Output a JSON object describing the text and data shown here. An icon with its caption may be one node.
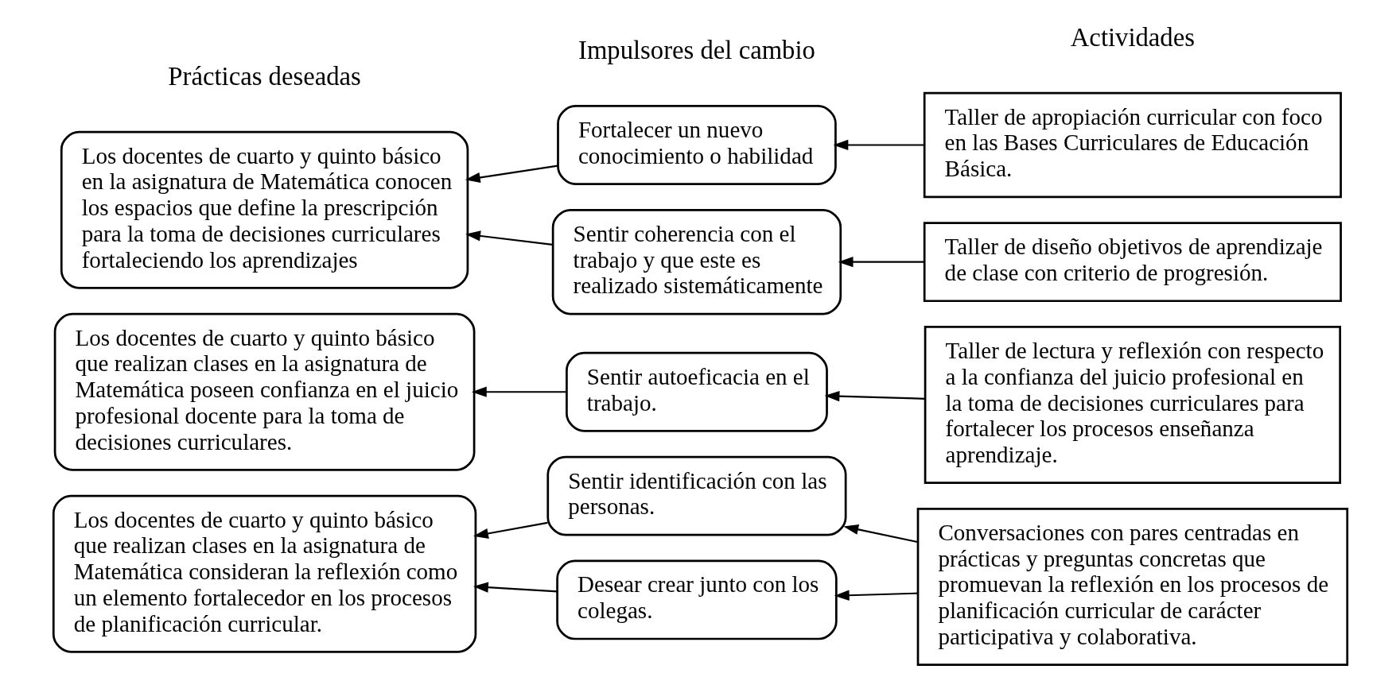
{
  "diagram": {
    "nodes": [
      {
        "text": [
          "Los docentes de cuarto y quinto básico en la asignatura de Matemática conocen los espacios que define la prescripción para la toma de decisiones curriculares fortaleciendo los aprendizajes"
        ]
      },
      {
        "text": [
          "Los docentes de cuarto y quinto básico que realizan clases en la asignatura de Matemática poseen confianza en el juicio profesional docente para la toma de decisiones curriculares."
        ]
      },
      {
        "text": [
          "Los docentes de cuarto y quinto básico que realizan clases en la asignatura de Matemática consideran la reflexión como un elemento fortalecedor en los procesos de planificación curricular."
        ]
      },
      {
        "text": [
          "Fortalecer un nuevo conocimiento o habilidad"
        ]
      },
      {
        "text": [
          "Sentir coherencia con el trabajo y que este es realizado sistemáticamente"
        ]
      },
      {
        "text": [
          "Sentir autoeficacia en el trabajo."
        ]
      },
      {
        "text": [
          "Sentir identificación con las personas."
        ]
      },
      {
        "text": [
          "Desear crear junto con los colegas."
        ]
      },
      {
        "text": [
          "Taller de apropiación curricular con foco en las Bases Curriculares de Educación Básica."
        ]
      },
      {
        "text": [
          "Taller de diseño objetivos de aprendizaje de clase con criterio de progresión."
        ]
      },
      {
        "text": [
          "Taller de lectura y reflexión con respecto a la confianza del juicio profesional en la toma de decisiones curriculares para fortalecer los procesos enseñanza aprendizaje."
        ]
      },
      {
        "text": [
          "Conversaciones con pares centradas en prácticas y preguntas concretas que promuevan la reflexión en los procesos de planificación curricular de carácter participativa y colaborativa."
        ]
      }
    ],
    "edges": [
      {
        "from": 3,
        "to": 0,
        "arrow": "to"
      },
      {
        "from": 4,
        "to": 0,
        "arrow": "to"
      },
      {
        "from": 5,
        "to": 1,
        "arrow": "to"
      },
      {
        "from": 6,
        "to": 2,
        "arrow": "to"
      },
      {
        "from": 7,
        "to": 2,
        "arrow": "to"
      },
      {
        "from": 8,
        "to": 3,
        "arrow": "to"
      },
      {
        "from": 9,
        "to": 4,
        "arrow": "to"
      },
      {
        "from": 10,
        "to": 5,
        "arrow": "to"
      },
      {
        "from": 11,
        "to": 6,
        "arrow": "to"
      },
      {
        "from": 11,
        "to": 7,
        "arrow": "to"
      }
    ],
    "labels": [
      "Prácticas deseadas",
      "Impulsores del cambio",
      "Actividades"
    ]
  }
}
